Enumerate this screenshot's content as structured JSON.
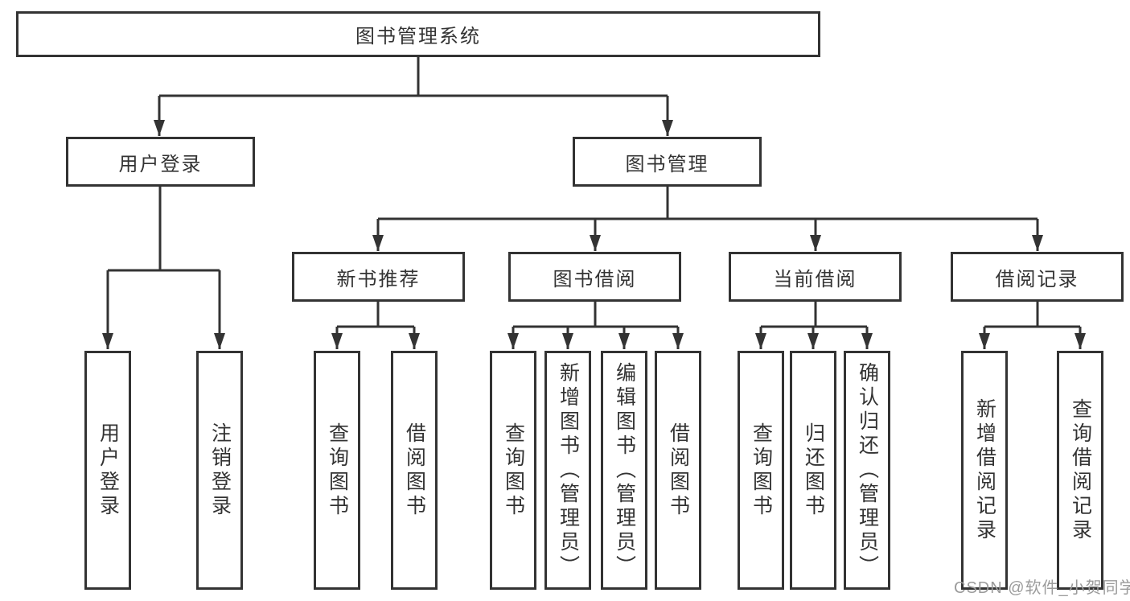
{
  "tree": {
    "label": "图书管理系统",
    "children": [
      {
        "label": "用户登录",
        "children": [
          {
            "label": "用户登录"
          },
          {
            "label": "注销登录"
          }
        ]
      },
      {
        "label": "图书管理",
        "children": [
          {
            "label": "新书推荐",
            "children": [
              {
                "label": "查询图书"
              },
              {
                "label": "借阅图书"
              }
            ]
          },
          {
            "label": "图书借阅",
            "children": [
              {
                "label": "查询图书"
              },
              {
                "label": "新增图书（管理员）"
              },
              {
                "label": "编辑图书（管理员）"
              },
              {
                "label": "借阅图书"
              }
            ]
          },
          {
            "label": "当前借阅",
            "children": [
              {
                "label": "查询图书"
              },
              {
                "label": "归还图书"
              },
              {
                "label": "确认归还（管理员）"
              }
            ]
          },
          {
            "label": "借阅记录",
            "children": [
              {
                "label": "新增借阅记录"
              },
              {
                "label": "查询借阅记录"
              }
            ]
          }
        ]
      }
    ]
  },
  "watermark": {
    "text": "CSDN @软件_小贺同学"
  },
  "colors": {
    "line": "#333333",
    "box_border": "#333333",
    "text": "#333333",
    "watermark": "#9b9b9b",
    "background": "#ffffff"
  }
}
